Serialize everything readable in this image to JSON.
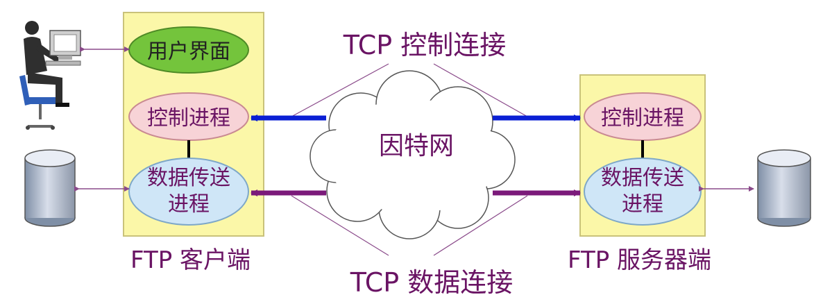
{
  "client": {
    "user_interface": "用户界面",
    "control_process": "控制进程",
    "data_process_line1": "数据传送",
    "data_process_line2": "进程",
    "caption": "FTP 客户端"
  },
  "server": {
    "control_process": "控制进程",
    "data_process_line1": "数据传送",
    "data_process_line2": "进程",
    "caption": "FTP 服务器端"
  },
  "network": {
    "label": "因特网"
  },
  "connections": {
    "control": "TCP 控制连接",
    "data": "TCP 数据连接"
  },
  "colors": {
    "panel_fill": "#fbf7a8",
    "panel_border": "#c9c27a",
    "ui_ellipse": "#74c43c",
    "control_ellipse": "#f7d3d7",
    "data_ellipse": "#cfe6f7",
    "control_arrow": "#0a1fd4",
    "data_arrow": "#7b1a7a",
    "label_text": "#6a1464",
    "thin_line": "#8a4a8a"
  },
  "icons": {
    "user": "user-at-computer-icon",
    "client_storage": "database-cylinder-icon",
    "server_storage": "database-cylinder-icon",
    "internet": "cloud-icon"
  }
}
